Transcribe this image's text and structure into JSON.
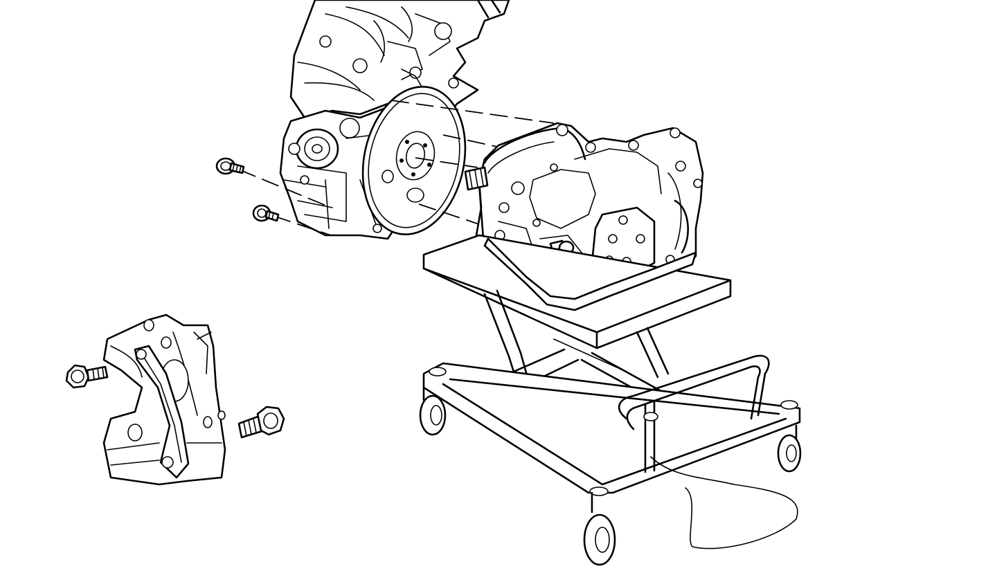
{
  "diagram": {
    "type": "technical-line-illustration",
    "palette": {
      "line": "#000000",
      "background": "#ffffff"
    },
    "components": [
      "engine-assembly",
      "flywheel",
      "transmission-assembly",
      "transmission-jack",
      "engine-to-transmission-bolts",
      "brace-bracket-detail"
    ]
  }
}
